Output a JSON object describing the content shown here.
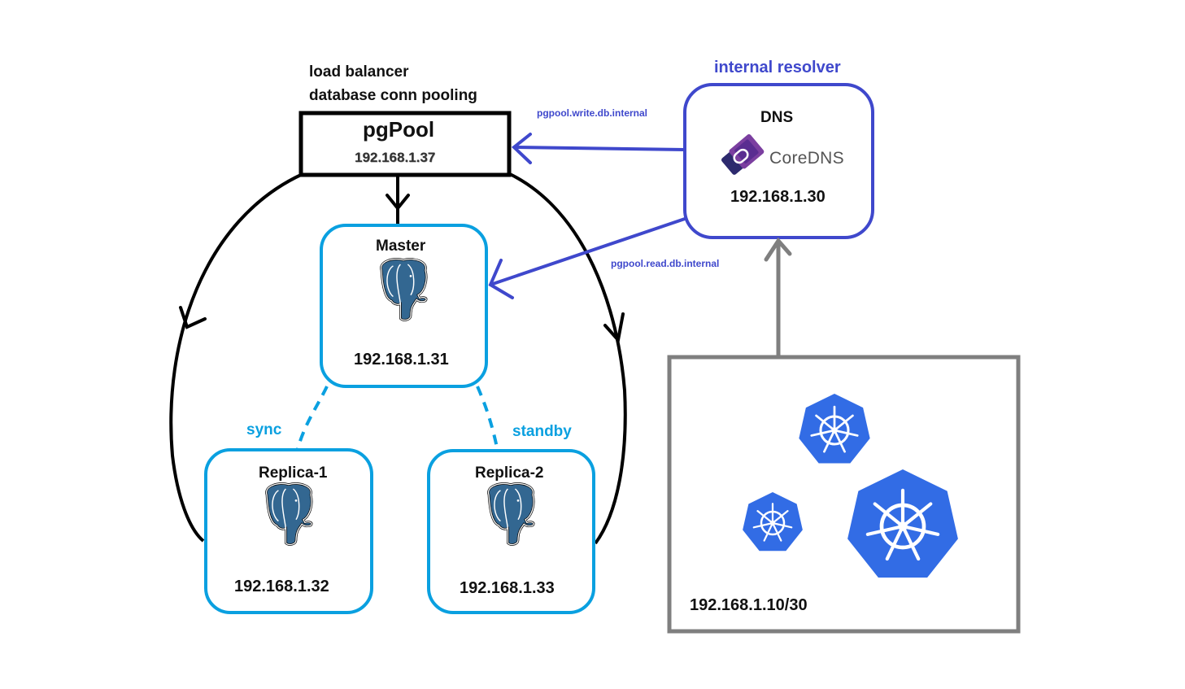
{
  "colors": {
    "black": "#000000",
    "postgres_blue": "#0aa0e0",
    "dns_blue": "#3f48cc",
    "k8s_blue": "#326ce5",
    "cluster_gray": "#7f7f7f",
    "pg_elephant": "#336791"
  },
  "pgpool": {
    "caption_line1": "load balancer",
    "caption_line2": "database conn pooling",
    "title": "pgPool",
    "ip": "192.168.1.37"
  },
  "master": {
    "title": "Master",
    "icon": "postgresql-elephant-icon",
    "ip": "192.168.1.31"
  },
  "replicas": [
    {
      "title": "Replica-1",
      "icon": "postgresql-elephant-icon",
      "ip": "192.168.1.32",
      "link_label": "sync"
    },
    {
      "title": "Replica-2",
      "icon": "postgresql-elephant-icon",
      "ip": "192.168.1.33",
      "link_label": "standby"
    }
  ],
  "dns": {
    "caption": "internal resolver",
    "title": "DNS",
    "logo_text": "CoreDNS",
    "icon": "coredns-logo-icon",
    "ip": "192.168.1.30"
  },
  "routes": {
    "write": "pgpool.write.db.internal",
    "read": "pgpool.read.db.internal"
  },
  "kubernetes": {
    "icon": "kubernetes-helm-icon",
    "node_count": 3,
    "ip_range": "192.168.1.10/30"
  }
}
